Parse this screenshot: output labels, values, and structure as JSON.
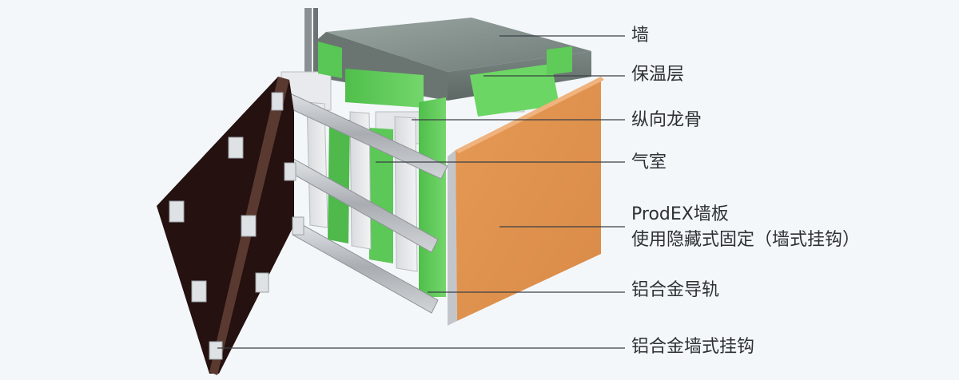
{
  "colors": {
    "background": "#f4f7fa",
    "concrete": "#7f8b87",
    "insulation": "#5ec85a",
    "orange_panel": "#e0924f",
    "dark_panel": "#2c1614",
    "rail": "#b8bcc0",
    "leader_line": "#3a3f44"
  },
  "labels": {
    "wall": "墙",
    "insulation": "保温层",
    "vertical_keel": "纵向龙骨",
    "air_chamber": "气室",
    "prodex_panel": "ProdEX墙板",
    "hidden_fixing": "使用隐藏式固定（墙式挂钩）",
    "rail": "铝合金导轨",
    "hook": "铝合金墙式挂钩"
  }
}
